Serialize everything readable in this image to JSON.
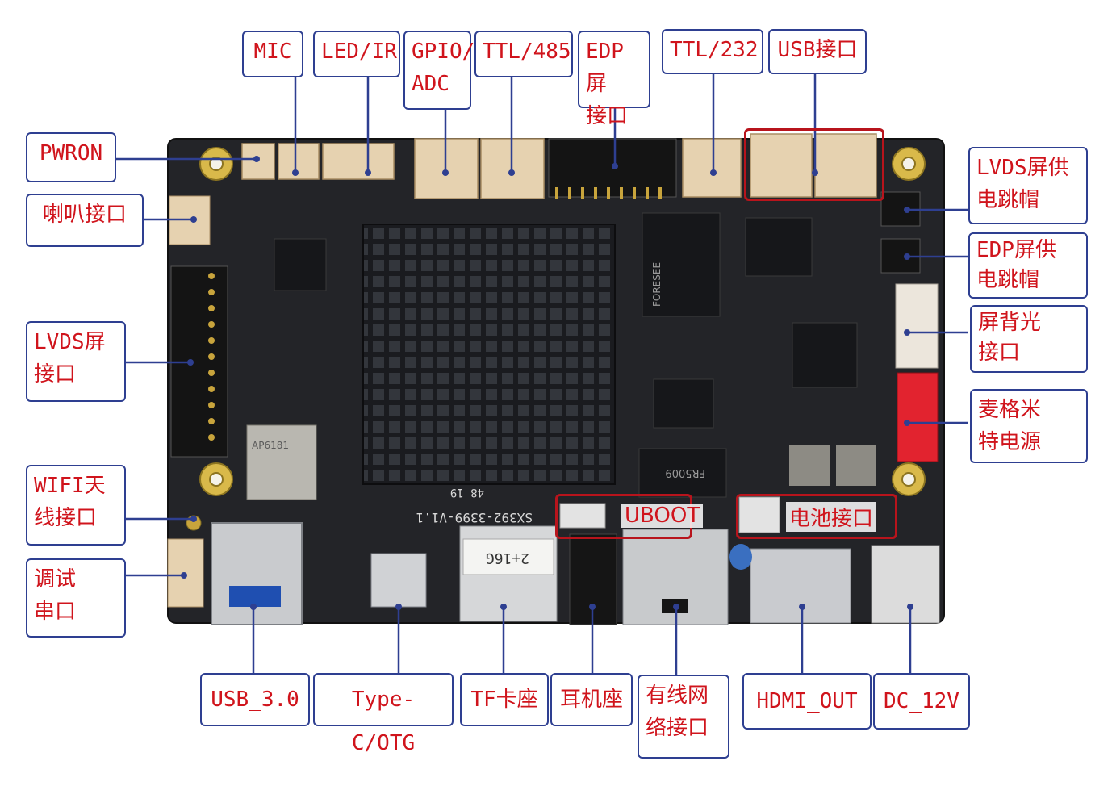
{
  "board": {
    "marking": "SX392-3399-V1.1",
    "sticker": "2+16G",
    "heatsink_mark": "48 19",
    "chip_top": "FORESEE",
    "chip_fenak": "FR5009",
    "wifi_module": "AP6181"
  },
  "labels": {
    "mic": "MIC",
    "led_ir": "LED/IR",
    "gpio_adc": "GPIO/\nADC",
    "ttl_485": "TTL/485",
    "edp_port": "EDP屏\n接口",
    "ttl_232": "TTL/232",
    "usb_port": "USB接口",
    "pwron": "PWRON",
    "speaker": "喇叭接口",
    "lvds_jumper": "LVDS屏供\n电跳帽",
    "edp_jumper": "EDP屏供\n电跳帽",
    "backlight": "屏背光\n接口",
    "lvds_port": "LVDS屏\n接口",
    "molex_power": "麦格米\n特电源",
    "wifi_antenna": "WIFI天\n线接口",
    "debug_uart": "调试\n串口",
    "uboot": "UBOOT",
    "battery": "电池接口",
    "usb3": "USB_3.0",
    "typec": "Type-C/OTG",
    "tf_slot": "TF卡座",
    "headphone": "耳机座",
    "ethernet": "有线网\n络接口",
    "hdmi_out": "HDMI_OUT",
    "dc_12v": "DC_12V"
  },
  "colors": {
    "label_text": "#d0141c",
    "label_border": "#2e3f91",
    "leader_line": "#2e3f91",
    "pcb": "#222326",
    "highlight_box": "#b8141c"
  }
}
